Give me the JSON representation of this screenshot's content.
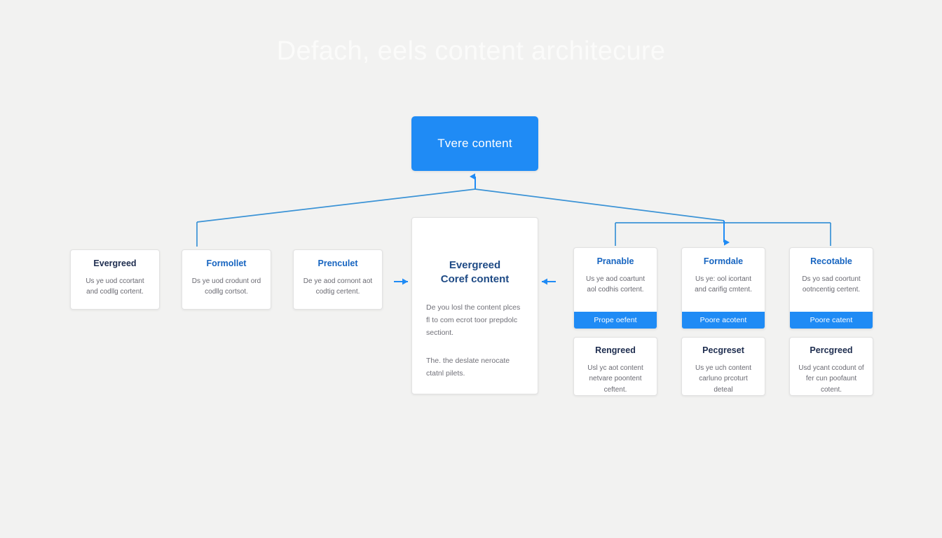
{
  "page": {
    "title": "Defach, eels content architecure",
    "background_color": "#f2f2f1",
    "title_color": "#fbfbfa"
  },
  "theme": {
    "accent_blue": "#1f8bf5",
    "line_blue": "#3b93d6",
    "arrow_blue": "#1f8bf5",
    "title_navy": "#1e2d4f",
    "title_blue": "#1664c0",
    "body_gray": "#6a6a72",
    "card_bg": "#ffffff",
    "card_border": "#e2e2e2"
  },
  "root_node": {
    "label": "Tvere content"
  },
  "center_card": {
    "title": "Evergreed\nCoref content",
    "title_line_1": "Evergreed",
    "title_line_2": "Coref content",
    "paragraphs": [
      "De you losl the content plces fl to com ecrot toor prepdolc sectiont.",
      "The. the deslate nerocate ctatnl pilets."
    ]
  },
  "left_cards": [
    {
      "title": "Evergreed",
      "title_style": "navy",
      "text": "Us ye uod ccortant and codllg cortent."
    },
    {
      "title": "Formollet",
      "title_style": "blue",
      "text": "Ds ye uod crodunt ord codllg cortsot."
    },
    {
      "title": "Prenculet",
      "title_style": "blue",
      "text": "De ye aod cornont aot codtig certent."
    }
  ],
  "right_top_cards": [
    {
      "title": "Pranable",
      "title_style": "blue",
      "text": "Us ye aod coartunt aol codhis cortent.",
      "footer_label": "Prope oefent"
    },
    {
      "title": "Formdale",
      "title_style": "blue",
      "text": "Us ye: ool icortant and carifig cmtent.",
      "footer_label": "Poore acotent"
    },
    {
      "title": "Recotable",
      "title_style": "blue",
      "text": "Ds yo sad coortunt ootncentig certent.",
      "footer_label": "Poore catent"
    }
  ],
  "right_bottom_cards": [
    {
      "title": "Rengreed",
      "title_style": "navy",
      "text": "Usl yc aot content netvare poontent ceftent."
    },
    {
      "title": "Pecgreset",
      "title_style": "navy",
      "text": "Us ye uch content carluno prcoturt deteal"
    },
    {
      "title": "Percgreed",
      "title_style": "navy",
      "text": "Usd ycant ccodunt of fer cun poofaunt cotent."
    }
  ],
  "connectors": {
    "up_arrow_to_root_label": "arrow-up-to-root",
    "left_branch_label": "left-branch-connector",
    "right_branch_label": "right-branch-connector",
    "into_center_left_label": "arrow-right-into-center",
    "into_center_right_label": "arrow-left-into-center",
    "right_distribution_label": "right-distribution-bar"
  }
}
